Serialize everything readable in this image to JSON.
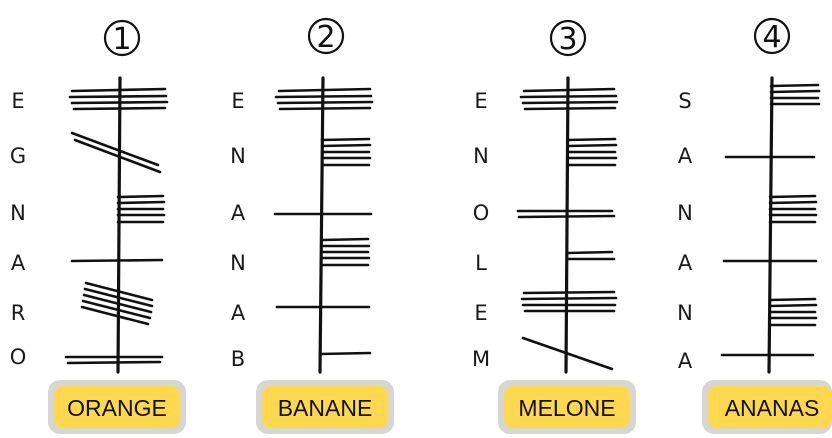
{
  "panels": [
    {
      "number": "1",
      "letters": [
        "E",
        "G",
        "N",
        "A",
        "R",
        "O"
      ],
      "word": "ORANGE"
    },
    {
      "number": "2",
      "letters": [
        "E",
        "N",
        "A",
        "N",
        "A",
        "B"
      ],
      "word": "BANANE"
    },
    {
      "number": "3",
      "letters": [
        "E",
        "N",
        "O",
        "L",
        "E",
        "M"
      ],
      "word": "MELONE"
    },
    {
      "number": "4",
      "letters": [
        "S",
        "A",
        "N",
        "A",
        "N",
        "A"
      ],
      "word": "ANANAS"
    }
  ],
  "colors": {
    "label_fill": "#ffd84f",
    "label_border": "#d6d6d2",
    "ink": "#111111"
  }
}
